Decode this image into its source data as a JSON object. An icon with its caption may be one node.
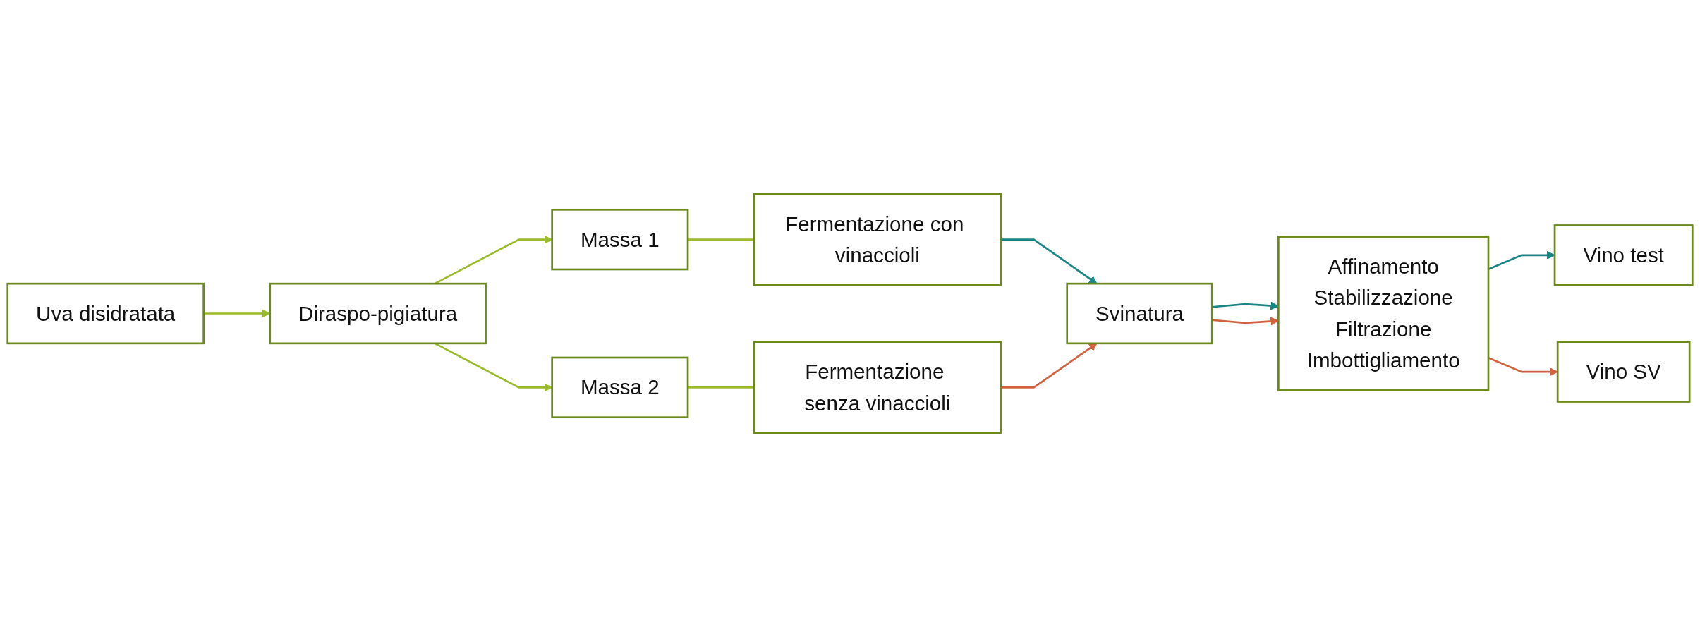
{
  "diagram": {
    "nodes": [
      {
        "text": [
          "Uva disidratata"
        ]
      },
      {
        "text": [
          "Diraspo-pigiatura"
        ]
      },
      {
        "text": [
          "Massa 1"
        ]
      },
      {
        "text": [
          "Massa 2"
        ]
      },
      {
        "text": [
          "Fermentazione con vinaccioli"
        ]
      },
      {
        "text": [
          "Fermentazione senza vinaccioli"
        ]
      },
      {
        "text": [
          "Svinatura"
        ]
      },
      {
        "text": [
          "Affinamento",
          "Stabilizzazione",
          "Filtrazione",
          "Imbottigliamento"
        ]
      },
      {
        "text": [
          "Vino test"
        ]
      },
      {
        "text": [
          "Vino SV"
        ]
      }
    ],
    "edges": [
      {
        "from": 0,
        "to": 1,
        "arrow": "to"
      },
      {
        "from": 1,
        "to": 2,
        "arrow": "to"
      },
      {
        "from": 1,
        "to": 3,
        "arrow": "to"
      },
      {
        "from": 2,
        "to": 4,
        "arrow": "none"
      },
      {
        "from": 3,
        "to": 5,
        "arrow": "none"
      },
      {
        "from": 4,
        "to": 6,
        "arrow": "to",
        "color": "#1a8585"
      },
      {
        "from": 5,
        "to": 6,
        "arrow": "to",
        "color": "#d0623e"
      },
      {
        "from": 6,
        "to": 7,
        "arrow": "to",
        "color": "#1a8585"
      },
      {
        "from": 6,
        "to": 7,
        "arrow": "to",
        "color": "#d0623e"
      },
      {
        "from": 7,
        "to": 8,
        "arrow": "to",
        "color": "#1a8585"
      },
      {
        "from": 7,
        "to": 9,
        "arrow": "to",
        "color": "#d0623e"
      }
    ]
  }
}
